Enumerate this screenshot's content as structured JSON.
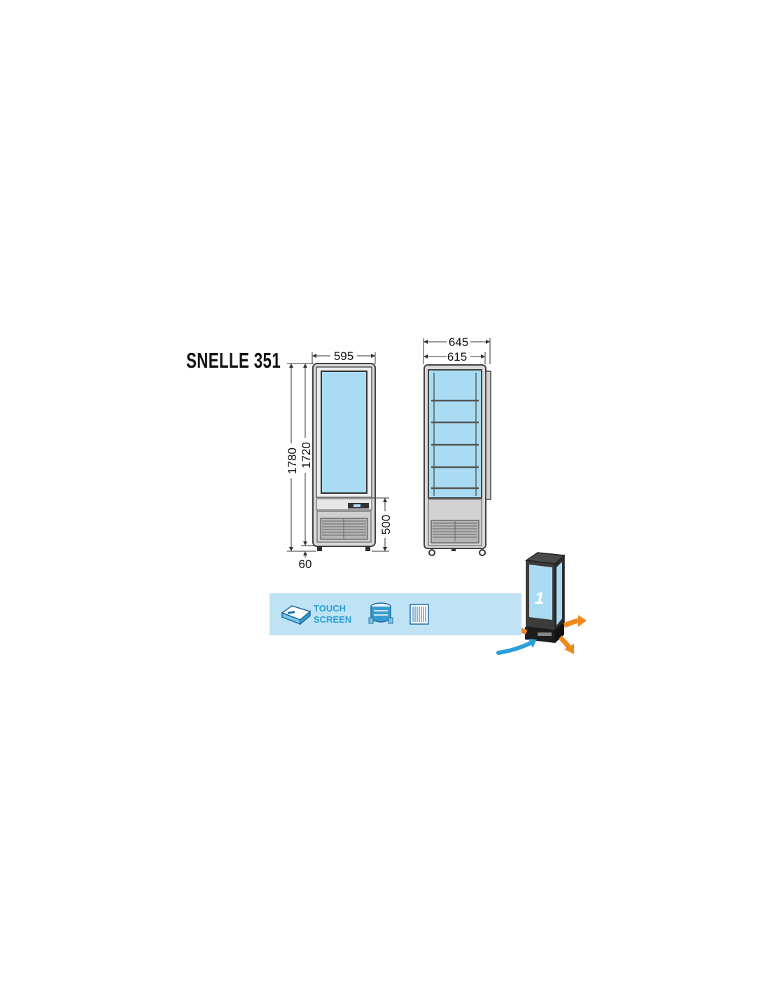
{
  "model_name": "SNELLE 351",
  "dimensions": {
    "front_width": "595",
    "side_outer_depth": "645",
    "side_inner_depth": "615",
    "total_height": "1780",
    "glass_height": "1720",
    "base_height": "500",
    "foot_height": "60"
  },
  "features": {
    "touch_line1": "TOUCH",
    "touch_line2": "SCREEN",
    "icons": [
      "touch-screen-controller-icon",
      "compressor-icon",
      "condenser-grille-icon",
      "airflow-cabinet-icon"
    ]
  },
  "airflow_cabinet_label": "1",
  "colors": {
    "glass": "#a9dcf3",
    "frame": "#5b5b5b",
    "band": "#bfe2f5",
    "accent_blue": "#2a9fd8",
    "arrow_orange": "#f08a1e"
  }
}
